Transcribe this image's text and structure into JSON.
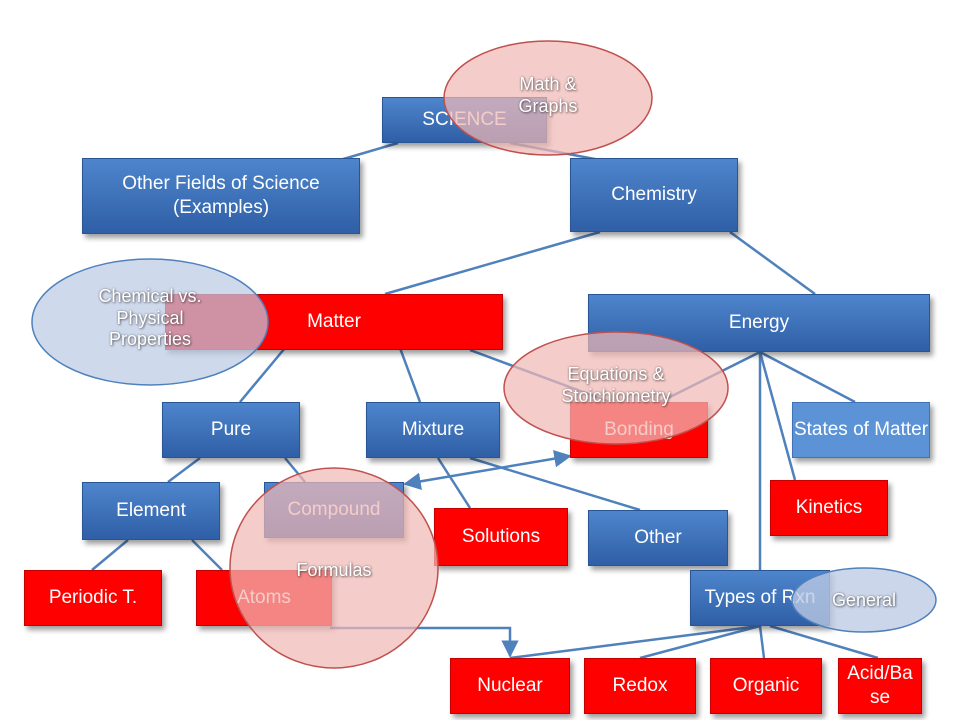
{
  "nodes": {
    "science": "SCIENCE",
    "other_fields": "Other Fields of Science (Examples)",
    "chemistry": "Chemistry",
    "matter": "Matter",
    "energy": "Energy",
    "pure": "Pure",
    "mixture": "Mixture",
    "bonding": "Bonding",
    "states_of_matter": "States of Matter",
    "element": "Element",
    "compound": "Compound",
    "solutions": "Solutions",
    "other": "Other",
    "kinetics": "Kinetics",
    "periodic_t": "Periodic T.",
    "atoms": "Atoms",
    "types_of_rxn": "Types of Rxn",
    "nuclear": "Nuclear",
    "redox": "Redox",
    "organic": "Organic",
    "acid_base": "Acid/Ba se"
  },
  "overlays": {
    "math_graphs": "Math & Graphs",
    "chemical_physical": "Chemical vs. Physical Properties",
    "equations_stoichiometry": "Equations & Stoichiometry",
    "formulas": "Formulas",
    "general": "General"
  },
  "colors": {
    "blue_box": "#3a6fbf",
    "red_box": "#ff0000",
    "light_blue_box": "#5b93d6",
    "connector": "#4f81bd",
    "pink_ellipse": "#f2c6c4",
    "grey_ellipse": "#c5d2e6"
  }
}
